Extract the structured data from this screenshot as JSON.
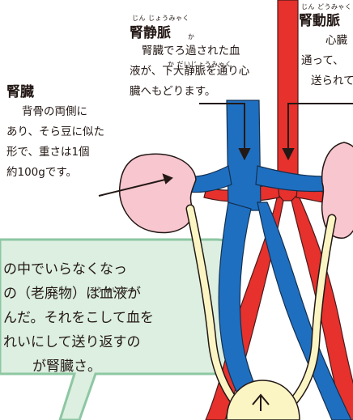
{
  "colors": {
    "vein_blue": "#1f6fc1",
    "artery_red": "#e6312d",
    "kidney_pink": "#f7c6cf",
    "ureter_cream": "#fbf5c4",
    "bubble_green": "#dcefe0",
    "bubble_border": "#8dc7a3"
  },
  "vein": {
    "ruby": "じん じょうみゃく",
    "title": "腎静脈",
    "lines": [
      "腎臓でろ過された血",
      "液が、下大静脈を通り心",
      "臓へもどります。"
    ],
    "ruby_ka": "か",
    "ruby_kadai": "か だいじょうみゃく"
  },
  "artery": {
    "ruby": "じん どうみゃく",
    "title": "腎動脈",
    "lines": [
      "心臓",
      "通って、",
      "送られて"
    ]
  },
  "kidney": {
    "title": "腎臓",
    "lines": [
      "背骨の両側に",
      "あり、そら豆に似た",
      "形で、重さは1個",
      "約100gです。"
    ]
  },
  "bubble": {
    "ruby": "ろう はい ぶつ",
    "lines": [
      "の中でいらなくなっ",
      "の（老廃物）は血液が",
      "んだ。それをこして血を",
      "れいにして送り返すの",
      "が腎臓さ。"
    ]
  }
}
